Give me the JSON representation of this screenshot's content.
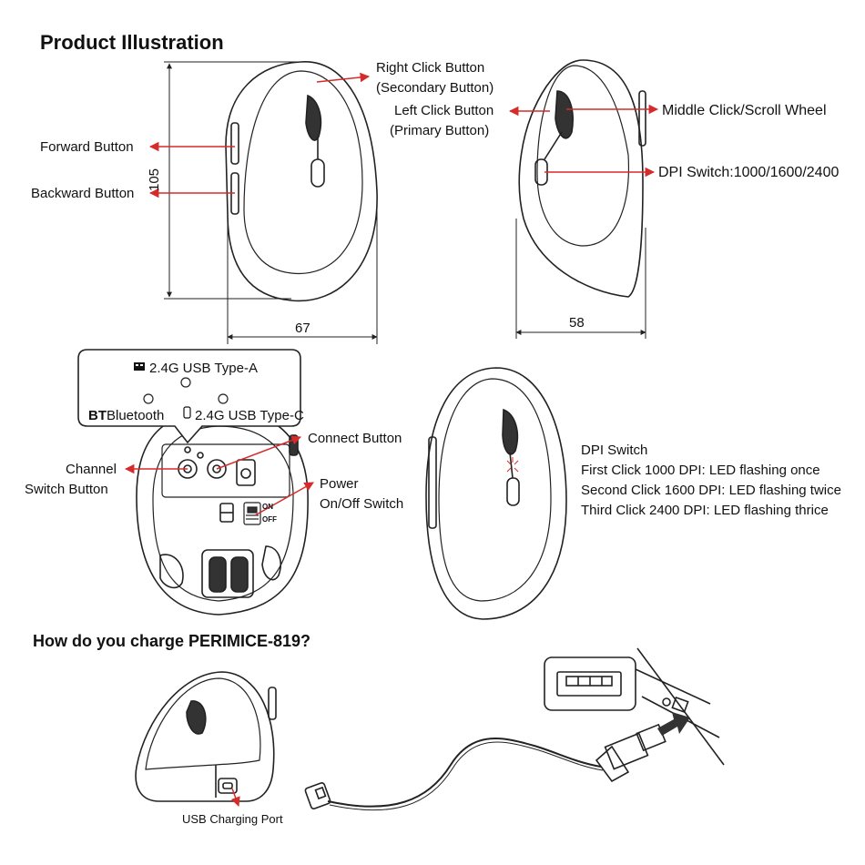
{
  "headings": {
    "product": "Product Illustration",
    "charge": "How do you charge PERIMICE-819?"
  },
  "callouts": {
    "right_click_1": "Right Click Button",
    "right_click_2": "(Secondary Button)",
    "left_click_1": "Left Click Button",
    "left_click_2": "(Primary Button)",
    "middle_click": "Middle Click/Scroll Wheel",
    "dpi_switch": "DPI Switch:1000/1600/2400",
    "forward": "Forward Button",
    "backward": "Backward Button",
    "connect": "Connect Button",
    "channel_1": "Channel",
    "channel_2": "Switch Button",
    "power_1": "Power",
    "power_2": "On/Off Switch",
    "usb_port": "USB Charging Port"
  },
  "dimensions": {
    "height": "105",
    "width_side": "67",
    "width_front": "58"
  },
  "channel_box": {
    "usb_a": "2.4G USB Type-A",
    "bt_prefix": "BT",
    "bluetooth": "Bluetooth",
    "usb_c": "2.4G USB Type-C"
  },
  "switch_labels": {
    "on": "ON",
    "off": "OFF"
  },
  "dpi_info": {
    "title": "DPI Switch",
    "first": "First Click 1000 DPI: LED flashing once",
    "second": "Second Click 1600 DPI: LED flashing twice",
    "third": "Third Click 2400 DPI: LED flashing thrice"
  },
  "colors": {
    "arrow": "#d62b2b",
    "line": "#222222"
  }
}
